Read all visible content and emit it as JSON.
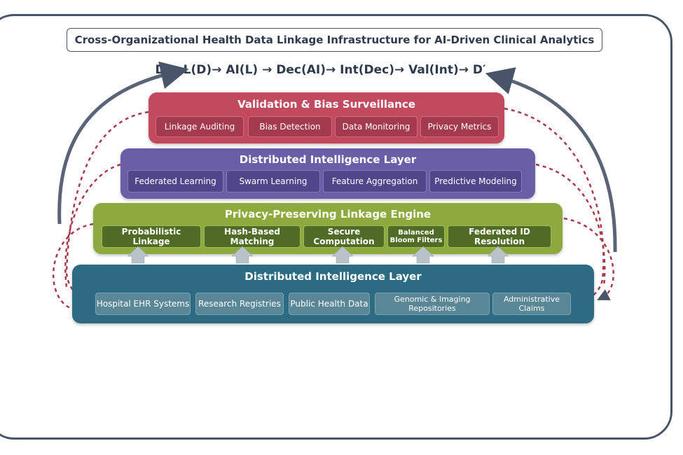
{
  "title": "Cross-Organizational Health Data Linkage Infrastructure for AI-Driven Clinical Analytics",
  "formula": "D → L(D)→ AI(L) → Dec(AI)→ Int(Dec)→ Val(Int)→ D′",
  "layers": {
    "validation": {
      "title": "Validation & Bias Surveillance",
      "color": "#c24a5e",
      "items": [
        "Linkage Auditing",
        "Bias Detection",
        "Data Monitoring",
        "Privacy Metrics"
      ]
    },
    "distributed": {
      "title": "Distributed Intelligence Layer",
      "color": "#6a5ea6",
      "items": [
        "Federated Learning",
        "Swarm Learning",
        "Feature Aggregation",
        "Predictive Modeling"
      ]
    },
    "privacy": {
      "title": "Privacy-Preserving Linkage Engine",
      "color": "#8eaa3e",
      "items": [
        "Probabilistic Linkage",
        "Hash-Based Matching",
        "Secure Computation",
        "Balanced Bloom Filters",
        "Federated ID Resolution"
      ]
    },
    "data": {
      "title": "Distributed Intelligence Layer",
      "color": "#2d6b82",
      "items": [
        "Hospital EHR Systems",
        "Research Registries",
        "Public Health Data",
        "Genomic & Imaging Repositories",
        "Administrative Claims"
      ]
    }
  },
  "icons": {
    "up_arrow": "up-arrow-icon",
    "feedback_arrow": "curved-arrow-icon"
  }
}
